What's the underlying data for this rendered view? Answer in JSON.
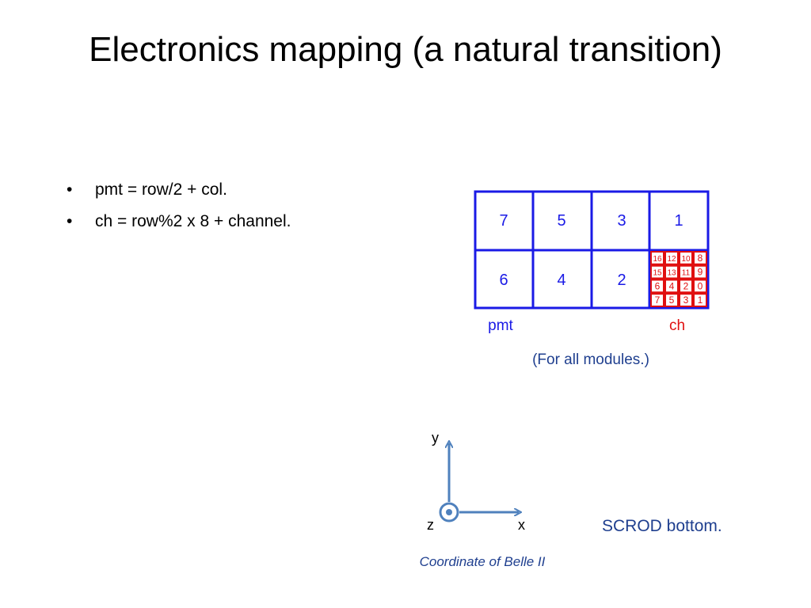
{
  "slide": {
    "title": "Electronics mapping (a natural transition)",
    "bullets": [
      "pmt = row/2 + col.",
      "ch = row%2 x 8 + channel."
    ],
    "bullet_symbol": "•"
  },
  "pmt_grid": {
    "top_row": [
      "7",
      "5",
      "3",
      "1"
    ],
    "bottom_row": [
      "6",
      "4",
      "2"
    ],
    "label_pmt": "pmt",
    "label_ch": "ch",
    "note": "(For all modules.)",
    "colors": {
      "grid": "#1a1ae6",
      "pmt_text": "#1a1ae6",
      "ch": "#e01010"
    }
  },
  "channel_grid": {
    "rows": [
      [
        "16",
        "12",
        "10",
        "8"
      ],
      [
        "15",
        "13",
        "11",
        "9"
      ],
      [
        "6",
        "4",
        "2",
        "0"
      ],
      [
        "7",
        "5",
        "3",
        "1"
      ]
    ]
  },
  "axes": {
    "y_label": "y",
    "x_label": "x",
    "z_label": "z",
    "caption": "Coordinate of Belle II",
    "color": "#4f81bd"
  },
  "scrod_label": "SCROD bottom."
}
